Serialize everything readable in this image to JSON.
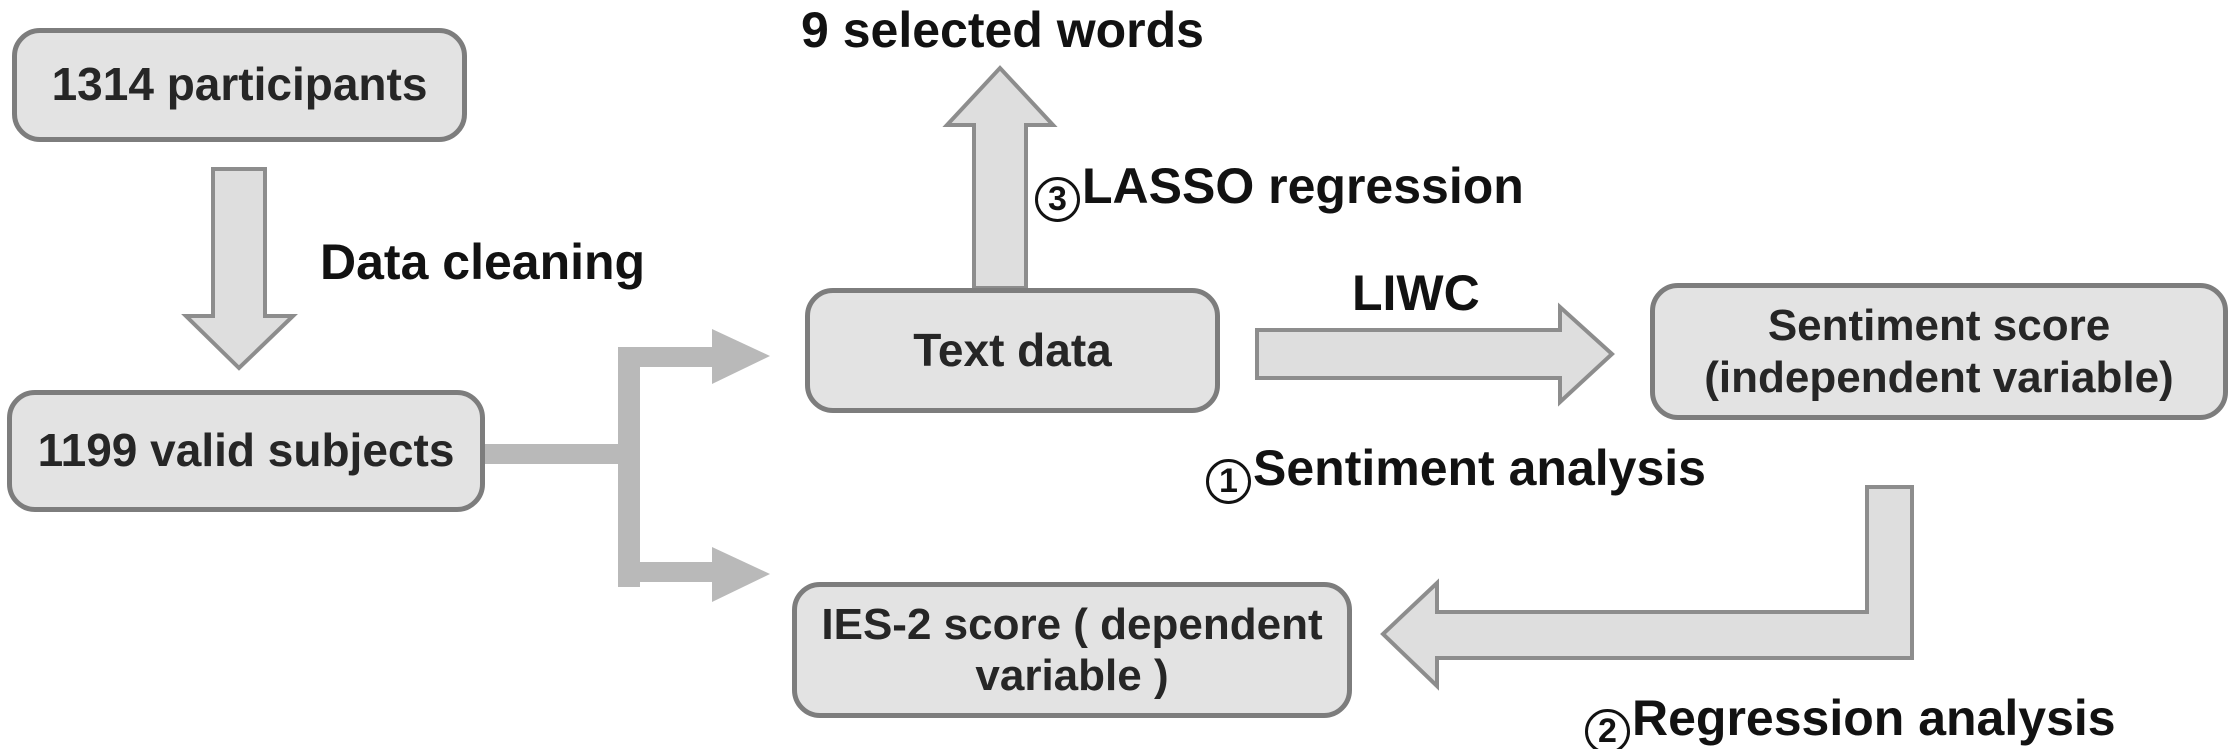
{
  "diagram": {
    "nodes": {
      "participants": {
        "label": "1314 participants"
      },
      "valid_subjects": {
        "label": "1199 valid subjects"
      },
      "text_data": {
        "label": "Text data"
      },
      "sentiment_score": {
        "line1": "Sentiment score",
        "line2": "(independent variable)"
      },
      "ies2_score": {
        "line1": "IES-2 score ( dependent",
        "line2": "variable )"
      }
    },
    "labels": {
      "selected_words": "9 selected words",
      "data_cleaning": "Data cleaning",
      "liwc": "LIWC",
      "step1": {
        "number": "1",
        "text": "Sentiment analysis"
      },
      "step2": {
        "number": "2",
        "text": "Regression analysis"
      },
      "step3": {
        "number": "3",
        "text": "LASSO regression"
      }
    },
    "arrows": {
      "down_arrow": "from 1314 participants to 1199 valid subjects",
      "branch_connector": "from 1199 valid subjects splitting to Text data and IES-2 score",
      "up_arrow": "from Text data to 9 selected words",
      "liwc_arrow": "from Text data to Sentiment score",
      "regression_arrow": "from Sentiment score to IES-2 score"
    },
    "colors": {
      "box_fill": "#e3e3e3",
      "box_border": "#7d7d7d",
      "arrow_fill": "#dedede",
      "arrow_border": "#8d8d8d",
      "connector": "#b9b9b9",
      "label_text": "#121212",
      "box_text": "#262626",
      "background": "#ffffff"
    }
  }
}
